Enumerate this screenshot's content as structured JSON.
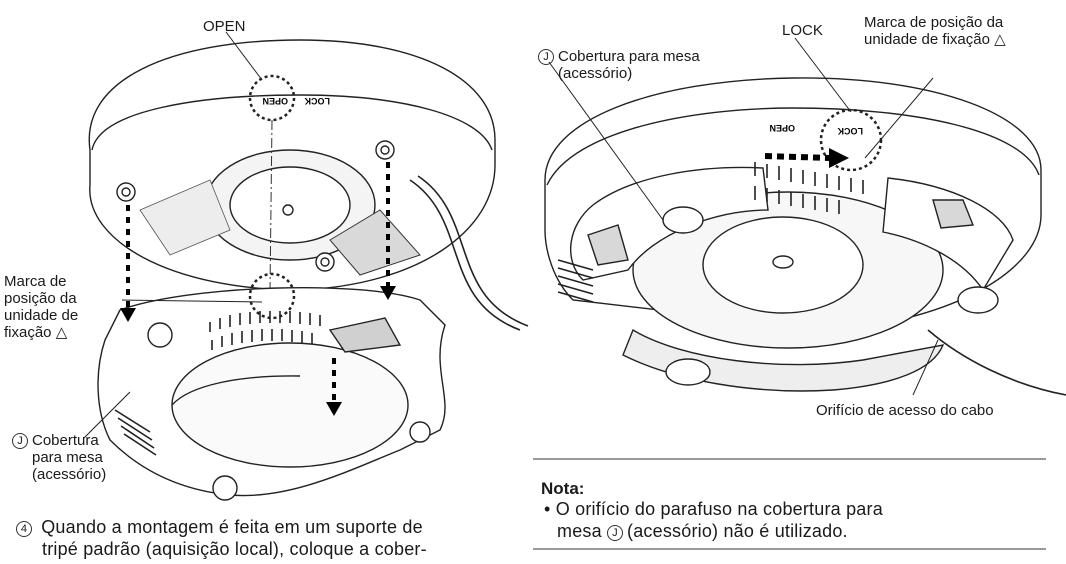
{
  "left": {
    "open_label": "OPEN",
    "side_label_lines": [
      "Marca de",
      "posição da",
      "unidade de",
      "fixação △"
    ],
    "cover_marker": "J",
    "cover_label_lines": [
      "Cobertura",
      "para mesa",
      "(acessório)"
    ],
    "embossed_open": "OPEN",
    "embossed_lock": "LOCK"
  },
  "right": {
    "lock_label": "LOCK",
    "mark_label_lines": [
      "Marca de posição da",
      "unidade de fixação △"
    ],
    "cover_marker": "J",
    "cover_label_lines": [
      "Cobertura para mesa",
      "(acessório)"
    ],
    "cable_label": "Orifício de acesso do cabo",
    "embossed_open": "OPEN",
    "embossed_lock": "LOCK"
  },
  "note": {
    "title": "Nota:",
    "bullet": "•",
    "line1": "O orifício do parafuso na cobertura para",
    "line2_before": "mesa",
    "line2_marker": "J",
    "line2_after": "(acessório) não é utilizado."
  },
  "step": {
    "number": "4",
    "line1": "Quando a montagem é feita em um suporte de",
    "line2": "tripé padrão (aquisição local), coloque a cober-"
  }
}
